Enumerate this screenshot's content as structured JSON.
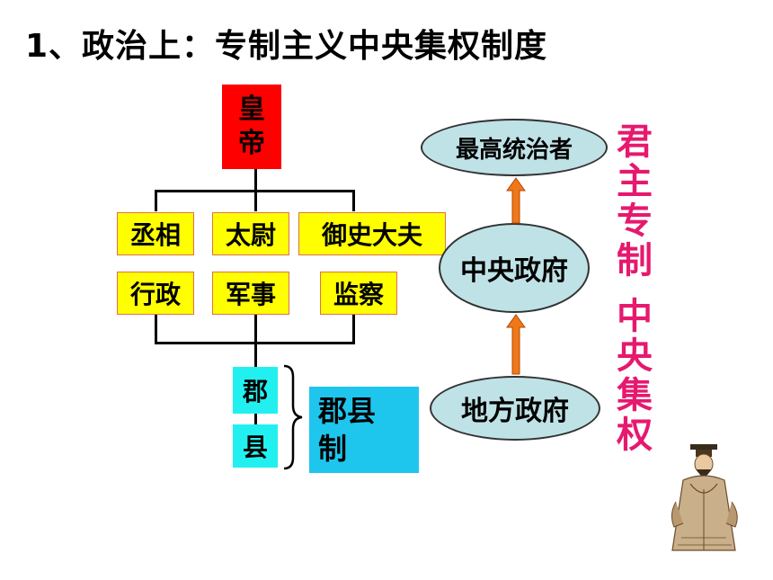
{
  "title": "1、政治上：专制主义中央集权制度",
  "emperor": [
    "皇",
    "帝"
  ],
  "officials": [
    "丞相",
    "太尉",
    "御史大夫"
  ],
  "duties": [
    "行政",
    "军事",
    "监察"
  ],
  "local": [
    "郡",
    "县"
  ],
  "system": [
    "郡县",
    "制"
  ],
  "hierarchy": [
    "最高统治者",
    "中央政府",
    "地方政府"
  ],
  "side_labels": {
    "top": [
      "君",
      "主",
      "专",
      "制"
    ],
    "bottom": [
      "中",
      "央",
      "集",
      "权"
    ]
  },
  "colors": {
    "emperor": "#ff0000",
    "official_box": "#ffff00",
    "local_box": "#22f0f0",
    "system_box": "#1ec6ee",
    "ellipse": "#bfe2e6",
    "arrow": "#f07818",
    "side_text": "#e6196e"
  }
}
